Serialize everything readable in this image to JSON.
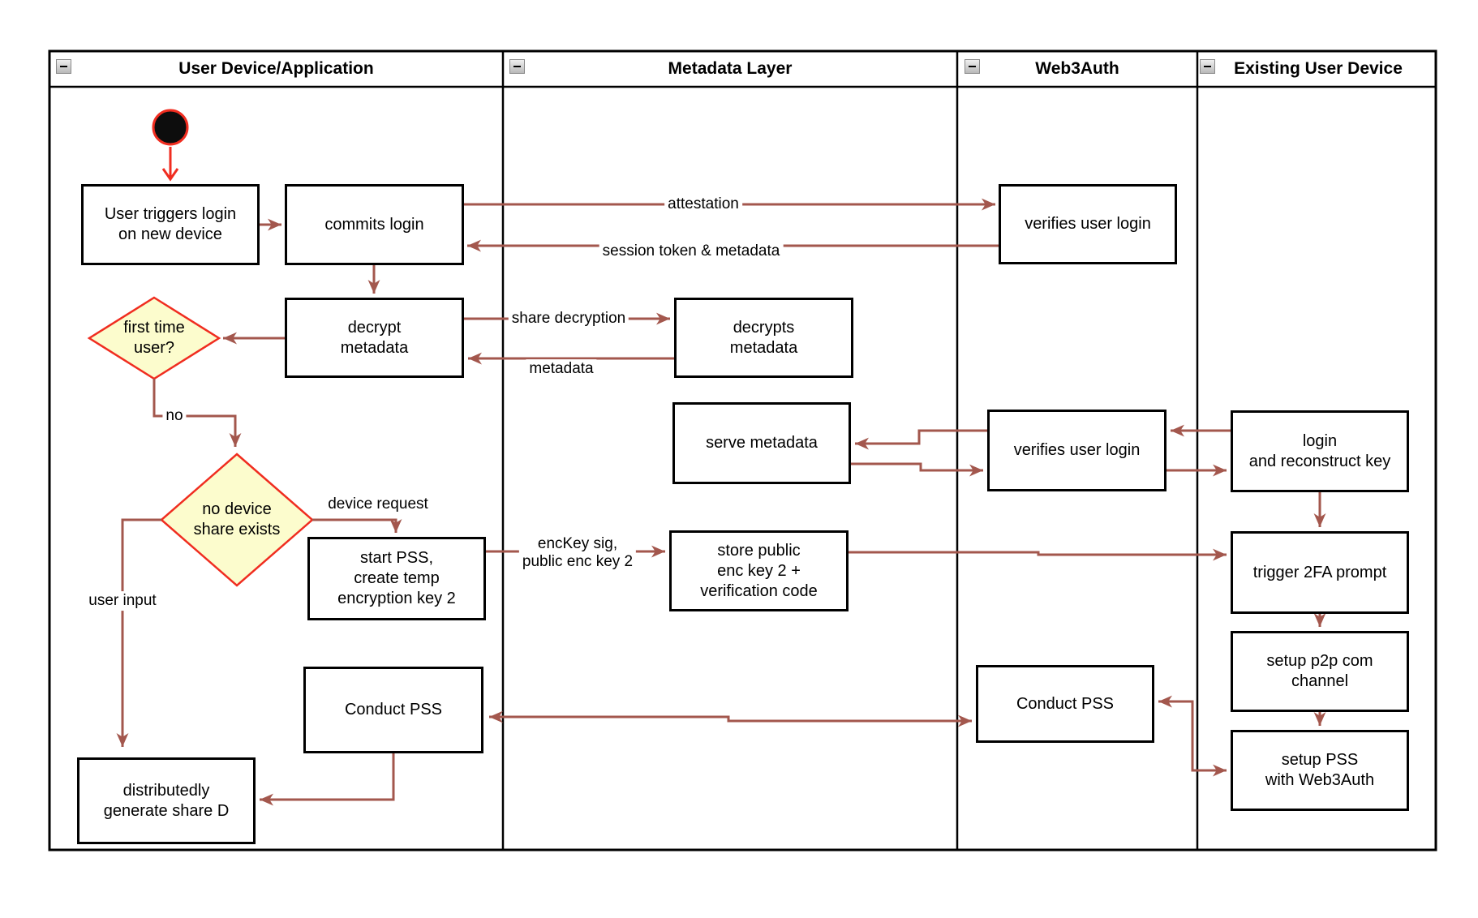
{
  "diagram": {
    "lanes": [
      {
        "id": "user-device-application",
        "title": "User Device/Application"
      },
      {
        "id": "metadata-layer",
        "title": "Metadata Layer"
      },
      {
        "id": "web3auth",
        "title": "Web3Auth"
      },
      {
        "id": "existing-user-device",
        "title": "Existing User Device"
      }
    ],
    "nodes": {
      "user_triggers": {
        "label": "User triggers login\non new device"
      },
      "commits_login": {
        "label": "commits login"
      },
      "verifies_user_login_1": {
        "label": "verifies user login"
      },
      "decrypt_metadata": {
        "label": "decrypt\nmetadata"
      },
      "decrypts_metadata": {
        "label": "decrypts\nmetadata"
      },
      "serve_metadata": {
        "label": "serve metadata"
      },
      "verifies_user_login_2": {
        "label": "verifies user login"
      },
      "login_reconstruct": {
        "label": "login\nand reconstruct key"
      },
      "start_pss": {
        "label": "start PSS,\ncreate temp\nencryption key 2"
      },
      "store_public": {
        "label": "store public\nenc key 2 +\nverification code"
      },
      "trigger_2fa": {
        "label": "trigger 2FA prompt"
      },
      "setup_p2p": {
        "label": "setup p2p com\nchannel"
      },
      "setup_pss": {
        "label": "setup PSS\nwith Web3Auth"
      },
      "conduct_pss_left": {
        "label": "Conduct PSS"
      },
      "conduct_pss_right": {
        "label": "Conduct PSS"
      },
      "distributedly": {
        "label": "distributedly\ngenerate share D"
      }
    },
    "decisions": {
      "first_time_user": {
        "label": "first time\nuser?"
      },
      "no_device_share": {
        "label": "no device\nshare exists"
      }
    },
    "edge_labels": {
      "attestation": "attestation",
      "session_token": "session token & metadata",
      "share_decryption": "share decryption",
      "metadata": "metadata",
      "no": "no",
      "device_request": "device request",
      "enckey": "encKey sig,\npublic enc key 2",
      "user_input": "user input"
    },
    "colors": {
      "arrow": "#a3574d",
      "start_red": "#f02d20",
      "diamond_fill": "#fcfccd",
      "diamond_border": "#f02d20",
      "box_border": "#000000",
      "box_fill": "#ffffff"
    }
  }
}
